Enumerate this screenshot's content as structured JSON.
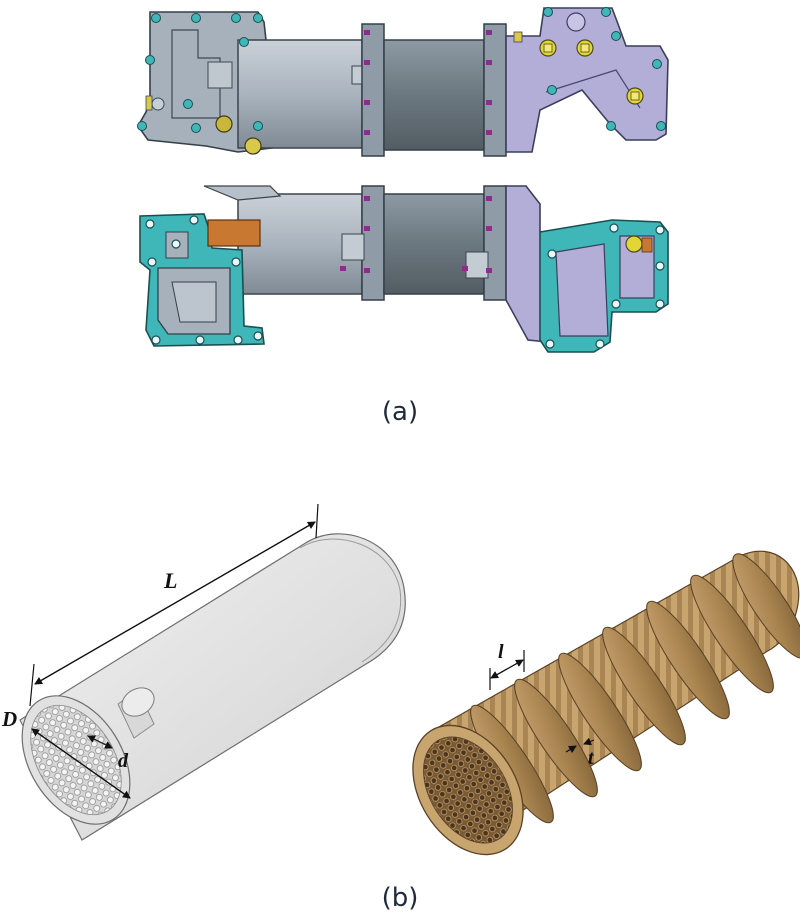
{
  "figure": {
    "panel_a": {
      "caption": "(a)"
    },
    "panel_b": {
      "caption": "(b)"
    },
    "dimension_labels": {
      "length": "L",
      "diameter": "D",
      "tube_diameter": "d",
      "baffle_spacing": "l",
      "baffle_thickness": "t"
    },
    "colors": {
      "housing": "#a9b3be",
      "shell_dark": "#6f7a83",
      "flange_teal": "#3fb6b8",
      "cover_lavender": "#b3aed8",
      "bolt_magenta": "#8b2d8f",
      "plug_yellow": "#e1d636",
      "copper_block": "#c87830",
      "shell_model": "#e3e3e3",
      "tube_bundle": "#b08a58"
    }
  }
}
